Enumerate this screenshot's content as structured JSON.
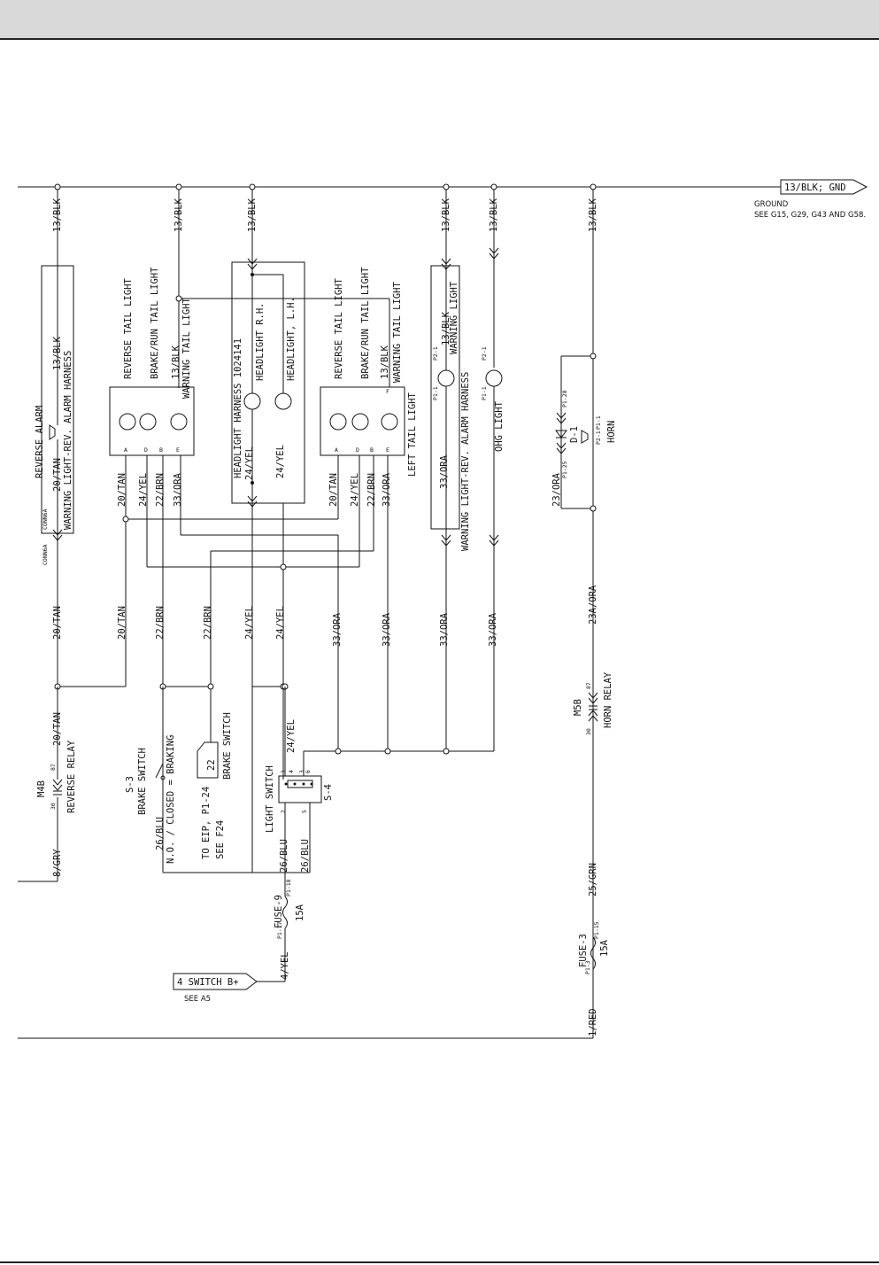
{
  "ground_connector": {
    "label": "13/BLK; GND",
    "note1": "GROUND",
    "note2": "SEE G15, G29, G43 AND G58."
  },
  "switch_connector": {
    "label": "4 SWITCH B+",
    "note": "SEE A5"
  },
  "wires_top": [
    "13/BLK",
    "13/BLK",
    "13/BLK",
    "13/BLK",
    "13/BLK",
    "13/BLK"
  ],
  "reverse_alarm": {
    "title": "REVERSE ALARM",
    "wire1": "20/TAN",
    "wire2": "13/BLK",
    "harness": "WARNING LIGHT-REV. ALARM HARNESS",
    "conn_a": "CONN6A",
    "conn_b": "CONN6A"
  },
  "right_tail": {
    "l1": "REVERSE TAIL LIGHT",
    "l2": "BRAKE/RUN TAIL LIGHT",
    "l3": "13/BLK",
    "l4": "WARNING TAIL LIGHT",
    "pins": [
      "A",
      "D",
      "B",
      "E"
    ],
    "w1": "20/TAN",
    "w2": "24/YEL",
    "w3": "22/BRN",
    "w4": "33/ORA"
  },
  "headlight": {
    "harness": "HEADLIGHT HARNESS 1024141",
    "rh": "HEADLIGHT R.H.",
    "lh": "HEADLIGHT, L.H.",
    "w1": "24/YEL",
    "w2": "24/YEL"
  },
  "left_tail": {
    "l1": "REVERSE TAIL LIGHT",
    "l2": "BRAKE/RUN TAIL LIGHT",
    "l3": "13/BLK",
    "l4": "WARNING TAIL LIGHT",
    "title": "LEFT TAIL LIGHT",
    "pins": [
      "A",
      "D",
      "B",
      "E",
      "F"
    ],
    "w1": "20/TAN",
    "w2": "24/YEL",
    "w3": "22/BRN",
    "w4": "33/ORA"
  },
  "warning_light": {
    "w1": "13/BLK",
    "label": "WARNING LIGHT",
    "w2": "33/ORA",
    "harness": "WARNING LIGHT-REV. ALARM HARNESS",
    "p1": "P2-1",
    "p2": "P1-1"
  },
  "ohg_light": {
    "label": "OHG LIGHT",
    "p1": "P2-1",
    "p2": "P1-1",
    "w": "33/ORA"
  },
  "horn": {
    "label": "HORN",
    "diode": "D-1",
    "p28": "P1-28",
    "p25": "P1-25",
    "p1": "P1-1",
    "p2": "P2-1",
    "w": "23/ORA"
  },
  "mid_wires": {
    "a": "20/TAN",
    "b": "20/TAN",
    "c": "22/BRN",
    "d": "22/BRN",
    "e": "24/YEL",
    "f": "24/YEL",
    "g": "33/ORA",
    "h": "33/ORA",
    "i": "33/ORA",
    "j": "WARNING LIGHT-REV. ALARM HARNESS",
    "k": "33/ORA",
    "l": "23A/ORA"
  },
  "reverse_relay": {
    "id": "M4B",
    "label": "REVERSE RELAY",
    "w1": "20/TAN",
    "w2": "8/GRY",
    "pin87": "87",
    "pin30": "30"
  },
  "brake_switch": {
    "id": "S-3",
    "label": "BRAKE SWITCH",
    "state": "N.O. / CLOSED = BRAKING",
    "w": "26/BLU",
    "note1": "TO EIP, P1-24",
    "note2": "SEE F24",
    "box": "22",
    "box_label": "BRAKE SWITCH"
  },
  "light_switch": {
    "label": "LIGHT SWITCH",
    "id": "S-4",
    "w1": "24/YEL",
    "w2": "26/BLU",
    "w3": "26/BLU",
    "pins": [
      "1",
      "4",
      "3",
      "2",
      "5",
      "6"
    ]
  },
  "fuse9": {
    "label": "FUSE-9",
    "rating": "15A",
    "p1": "P1-17",
    "p2": "P1-18",
    "w": "4/YEL"
  },
  "horn_relay": {
    "id": "M5B",
    "label": "HORN RELAY",
    "pin87": "87",
    "pin30": "30"
  },
  "fuse3": {
    "label": "FUSE-3",
    "rating": "15A",
    "p1": "P1-3",
    "p2": "P1-15",
    "w1": "25/GRN",
    "w2": "1/RED"
  }
}
